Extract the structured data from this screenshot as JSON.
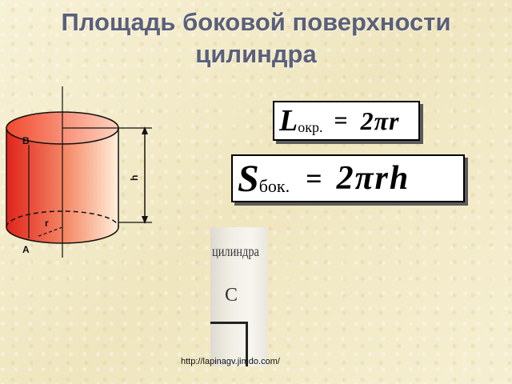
{
  "slide": {
    "title": "Площадь боковой поверхности цилиндра",
    "diagram": {
      "label_top": "B",
      "label_bottom": "A",
      "label_height": "h",
      "label_radius": "r"
    },
    "formula_circumference": {
      "symbol": "L",
      "subscript": "окр.",
      "equals": "=",
      "rhs": "2πr"
    },
    "formula_lateral_area": {
      "symbol": "S",
      "subscript": "бок.",
      "equals": "=",
      "rhs": "2πrh"
    },
    "scan_fragment": {
      "line1": "цилиндра",
      "line2": "C"
    },
    "footer_url": "http://lapinagv.jimdo.com/",
    "colors": {
      "title": "#5a5f7a",
      "cylinder_light": "#fff0dc",
      "cylinder_dark": "#e0241a",
      "background": "#f5efcf"
    }
  }
}
